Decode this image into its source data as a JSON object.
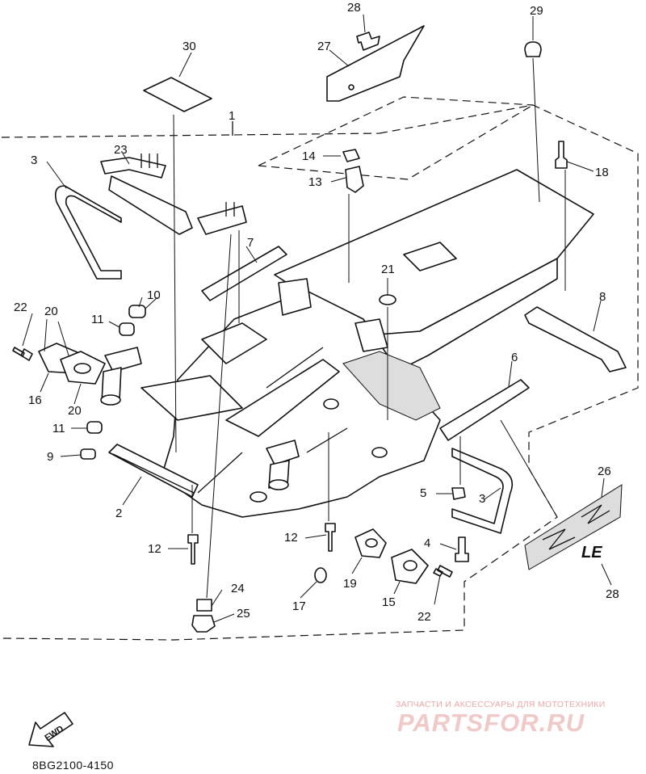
{
  "diagram_code": "8BG2100-4150",
  "watermark": {
    "line1": "ЗАПЧАСТИ И АКСЕССУАРЫ ДЛЯ МОТОТЕХНИКИ",
    "line2": "PARTSFOR.RU"
  },
  "direction_label": "FWD",
  "decal_text": "LE",
  "callouts": {
    "c1": "1",
    "c2": "2",
    "c3a": "3",
    "c3b": "3",
    "c4": "4",
    "c5": "5",
    "c6": "6",
    "c7": "7",
    "c8": "8",
    "c9": "9",
    "c10": "10",
    "c11a": "11",
    "c11b": "11",
    "c12a": "12",
    "c12b": "12",
    "c13": "13",
    "c14": "14",
    "c15": "15",
    "c16": "16",
    "c17": "17",
    "c18": "18",
    "c19": "19",
    "c20a": "20",
    "c20b": "20",
    "c21": "21",
    "c22a": "22",
    "c22b": "22",
    "c23": "23",
    "c24": "24",
    "c25": "25",
    "c26": "26",
    "c27": "27",
    "c28a": "28",
    "c28b": "28",
    "c29": "29",
    "c30": "30"
  }
}
